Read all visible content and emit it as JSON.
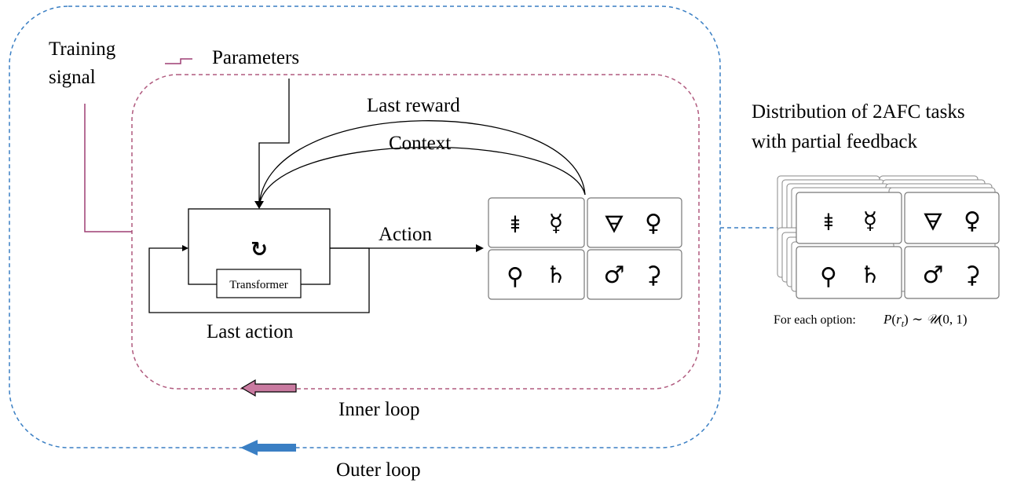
{
  "labels": {
    "training_signal_line1": "Training",
    "training_signal_line2": "signal",
    "parameters": "Parameters",
    "last_reward": "Last reward",
    "context": "Context",
    "action": "Action",
    "transformer": "Transformer",
    "last_action": "Last action",
    "inner_loop": "Inner loop",
    "outer_loop": "Outer loop",
    "distribution_line1": "Distribution of 2AFC tasks",
    "distribution_line2": "with partial feedback",
    "for_each_option": "For each option:",
    "formula_p": "P",
    "formula_open": "(",
    "formula_r": "r",
    "formula_t": "t",
    "formula_mid": ") ∼ ",
    "formula_u": "𝒰",
    "formula_args": "(0, 1)"
  },
  "symbols": {
    "pair1": [
      "⯒",
      "☿"
    ],
    "pair2": [
      "🜃",
      "♀"
    ],
    "pair3": [
      "⚲",
      "♄"
    ],
    "pair4": [
      "♂",
      "⚳"
    ]
  },
  "icons": {
    "recurrent": "↻",
    "recurrent_name": "recurrent-arrow-icon"
  },
  "colors": {
    "outer_loop": "#3a7fc4",
    "inner_loop": "#b05a7e",
    "training_signal": "#9e3f73",
    "outer_arrow_fill": "#3a7fc4",
    "inner_arrow_fill": "#c97aa0"
  }
}
